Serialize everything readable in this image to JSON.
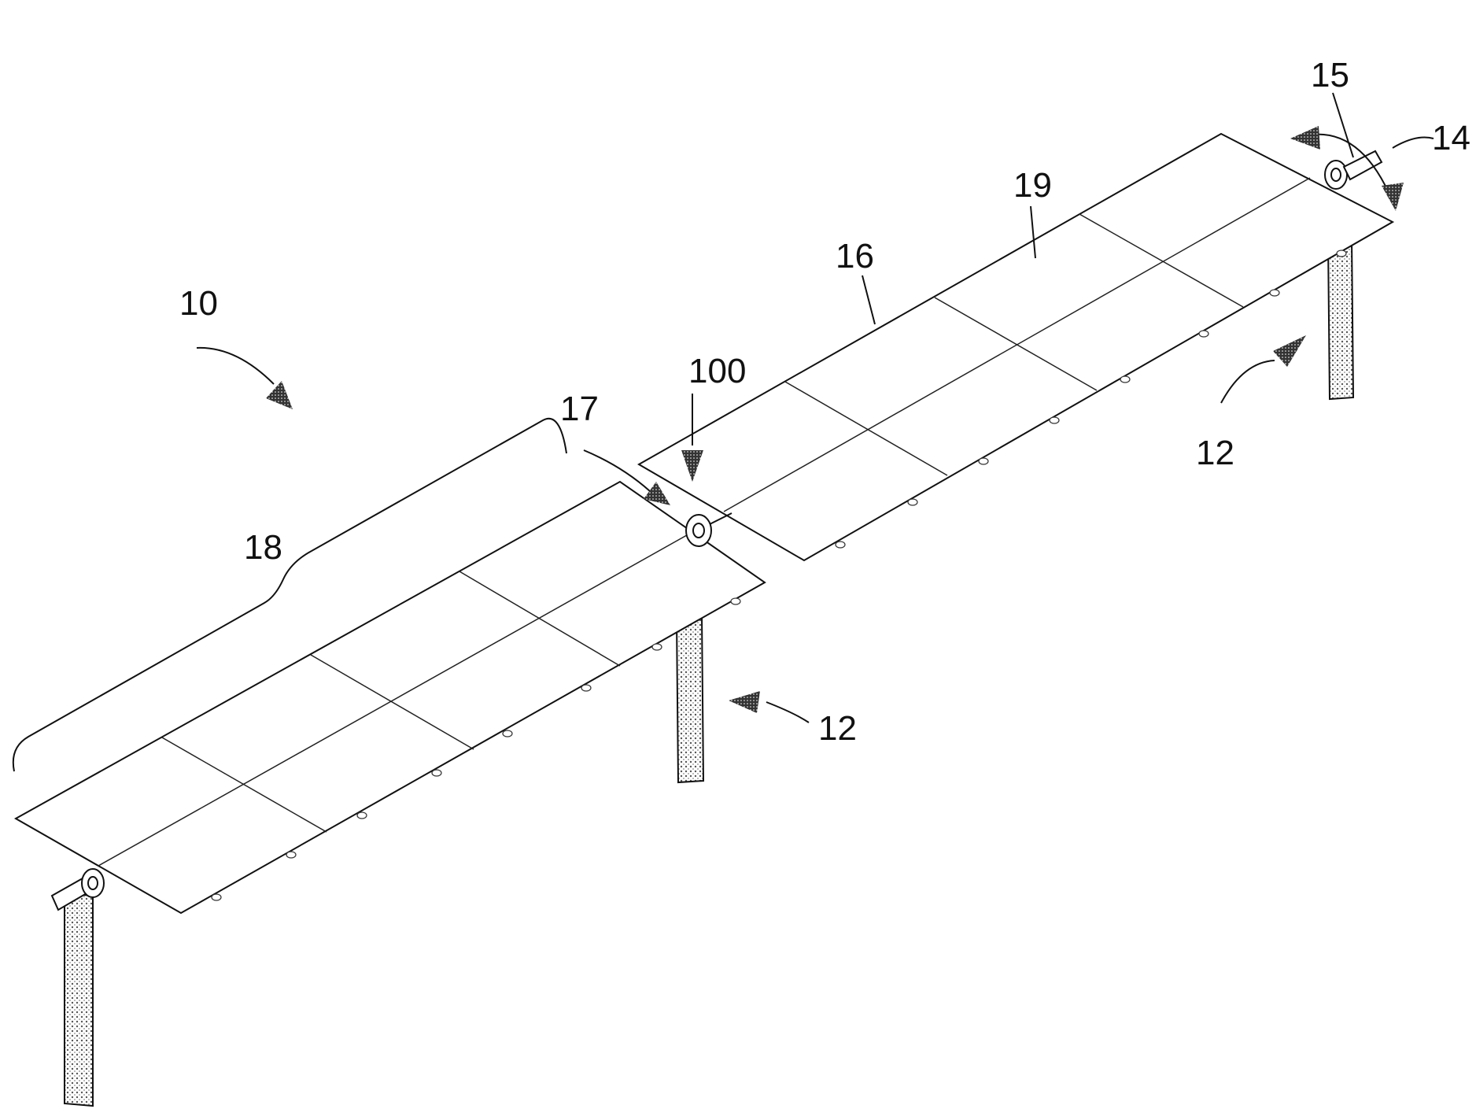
{
  "figure": {
    "labels": {
      "system": "10",
      "support_left": "12",
      "support_right": "12",
      "torque_tube": "14",
      "rotation": "15",
      "frame": "16",
      "gap": "17",
      "first_section": "18",
      "module": "19",
      "joint": "100"
    }
  }
}
